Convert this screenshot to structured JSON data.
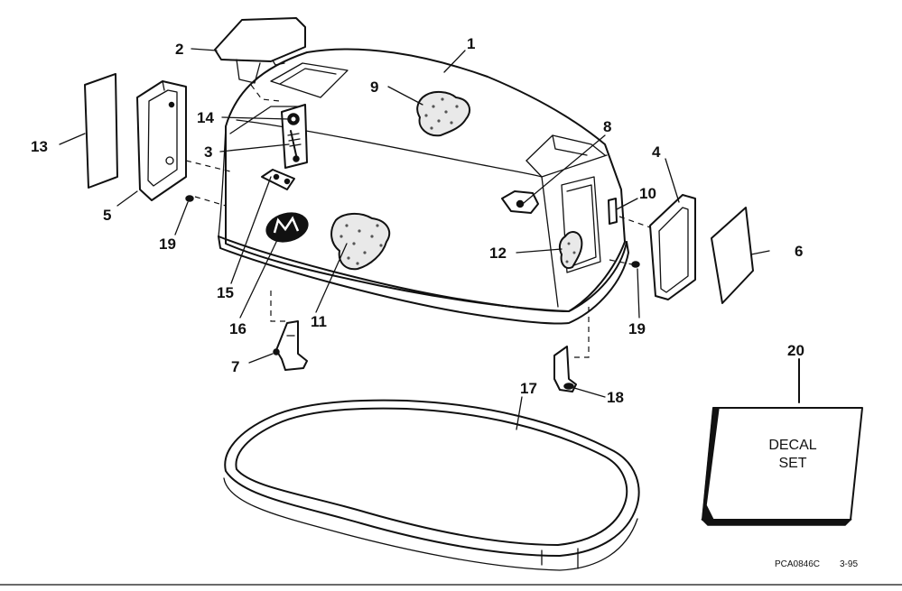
{
  "callouts": {
    "c1": "1",
    "c2": "2",
    "c3": "3",
    "c4": "4",
    "c5": "5",
    "c6": "6",
    "c7": "7",
    "c8": "8",
    "c9": "9",
    "c10": "10",
    "c11": "11",
    "c12": "12",
    "c13": "13",
    "c14": "14",
    "c15": "15",
    "c16": "16",
    "c17": "17",
    "c18": "18",
    "c19a": "19",
    "c19b": "19",
    "c20": "20"
  },
  "decal_box": {
    "line1": "DECAL",
    "line2": "SET"
  },
  "footer": {
    "drawing_code": "PCA0846C",
    "revision": "3-95"
  }
}
